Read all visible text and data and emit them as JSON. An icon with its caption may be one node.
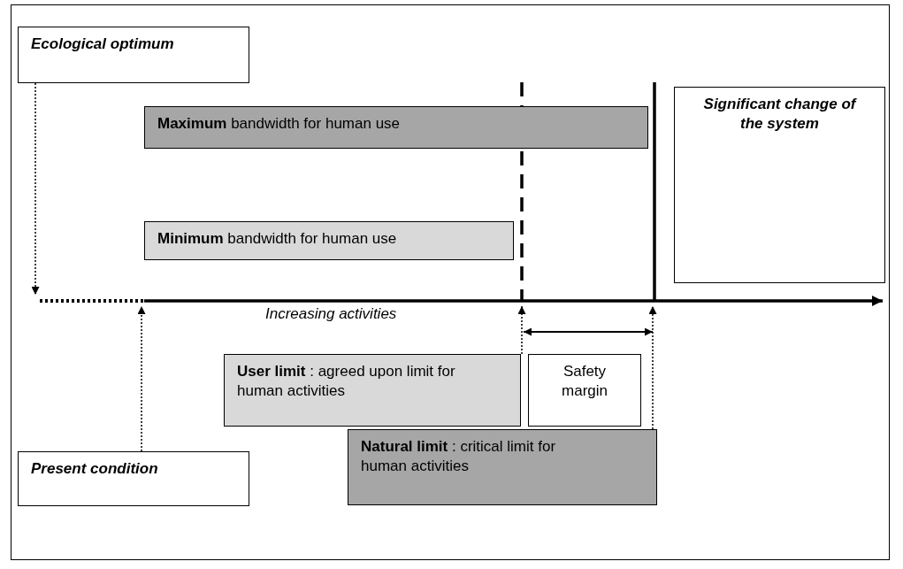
{
  "diagram": {
    "nodes": [
      {
        "text": [
          "Ecological optimum"
        ]
      },
      {
        "text": [
          "Significant change of the system"
        ]
      },
      {
        "text": [
          "**Maximum** bandwidth for human use"
        ]
      },
      {
        "text": [
          "**Minimum** bandwidth for human use"
        ]
      },
      {
        "text": [
          "**User limit** : agreed upon limit for human activities"
        ]
      },
      {
        "text": [
          "Safety margin"
        ]
      },
      {
        "text": [
          "**Natural limit** : critical limit for human activities"
        ]
      },
      {
        "text": [
          "Present condition"
        ]
      }
    ],
    "edges": [
      {
        "from": 0,
        "to": null,
        "arrow": "to",
        "style": "dashed"
      },
      {
        "from": 7,
        "to": null,
        "arrow": "to",
        "style": "dashed"
      },
      {
        "from": 4,
        "to": null,
        "arrow": "to",
        "style": "dashed"
      },
      {
        "from": 6,
        "to": null,
        "arrow": "to",
        "style": "dashed"
      }
    ],
    "labels": [
      "Increasing activities"
    ]
  }
}
